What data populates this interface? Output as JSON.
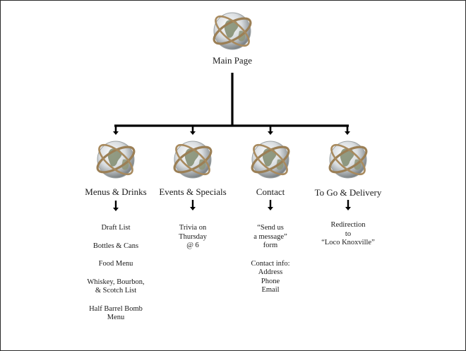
{
  "root": {
    "label": "Main Page",
    "icon": "globe-icon"
  },
  "branches": [
    {
      "label": "Menus & Drinks",
      "icon": "globe-icon",
      "items": [
        "Draft List",
        "Bottles & Cans",
        "Food Menu",
        "Whiskey, Bourbon,",
        "& Scotch List",
        "Half Barrel Bomb",
        "Menu"
      ]
    },
    {
      "label": "Events & Specials",
      "icon": "globe-icon",
      "items": [
        "Trivia on",
        "Thursday",
        "@ 6"
      ]
    },
    {
      "label": "Contact",
      "icon": "globe-icon",
      "items": [
        "“Send us",
        "a message”",
        "form",
        "Contact info:",
        "Address",
        "Phone",
        "Email"
      ]
    },
    {
      "label": "To Go & Delivery",
      "icon": "globe-icon",
      "items": [
        "Redirection",
        "to",
        "“Loco Knoxville”"
      ]
    }
  ]
}
